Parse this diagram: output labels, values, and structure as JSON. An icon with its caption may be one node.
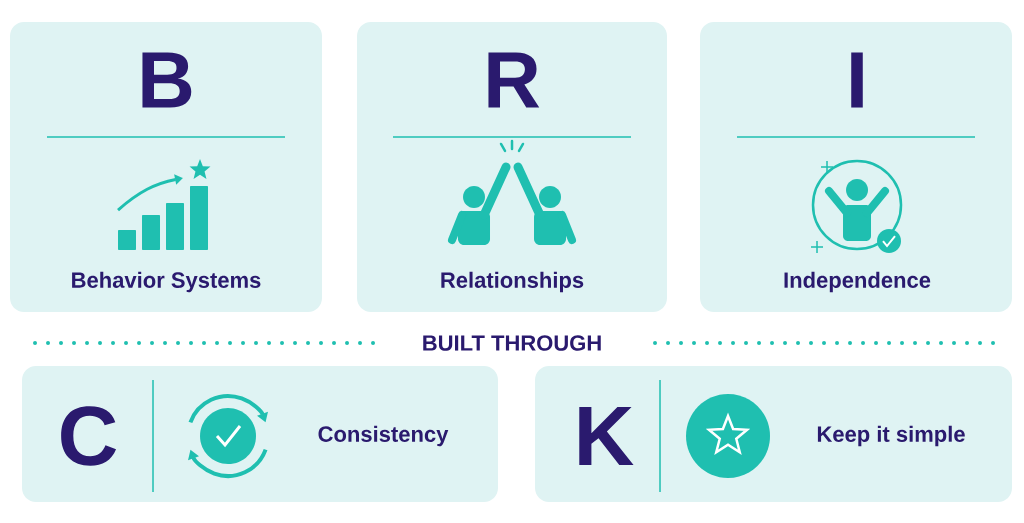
{
  "diagram": {
    "nodes": [
      {
        "text": [
          "B",
          "Behavior Systems"
        ]
      },
      {
        "text": [
          "R",
          "Relationships"
        ]
      },
      {
        "text": [
          "I",
          "Independence"
        ]
      },
      {
        "text": [
          "C",
          "Consistency"
        ]
      },
      {
        "text": [
          "K",
          "Keep it simple"
        ]
      }
    ],
    "labels": [
      "BUILT THROUGH"
    ]
  }
}
